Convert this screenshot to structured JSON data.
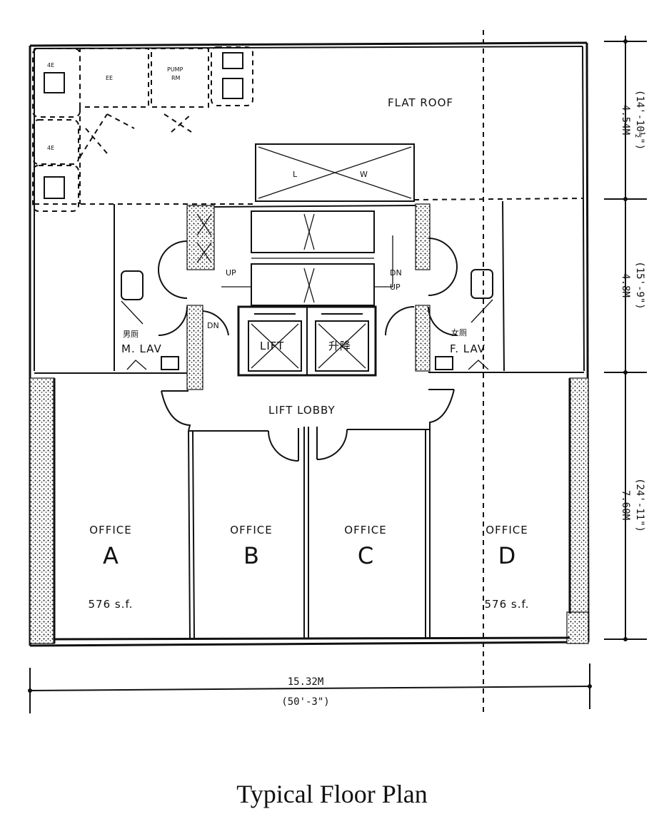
{
  "plan": {
    "flat_roof": "FLAT ROOF",
    "lw": {
      "l": "L",
      "w": "W"
    },
    "left_rooms": {
      "r1": "4E",
      "r2": "EE",
      "r3": "4E"
    },
    "pump_room": {
      "line1": "PUMP",
      "line2": "RM"
    },
    "stairs": {
      "up_left": "UP",
      "dn_right": "DN",
      "up_right": "UP",
      "dn_left": "DN"
    },
    "lift_left": "LIFT",
    "lift_right": "升降",
    "m_lav": {
      "zh": "男厕",
      "en": "M. LAV"
    },
    "f_lav": {
      "zh": "女厕",
      "en": "F. LAV"
    },
    "lift_lobby": "LIFT LOBBY",
    "offices": [
      {
        "word": "OFFICE",
        "letter": "A",
        "area": "576 s.f."
      },
      {
        "word": "OFFICE",
        "letter": "B",
        "area": ""
      },
      {
        "word": "OFFICE",
        "letter": "C",
        "area": ""
      },
      {
        "word": "OFFICE",
        "letter": "D",
        "area": "576 s.f."
      }
    ],
    "dims": {
      "right_top_m": "4.54M",
      "right_top_ft": "(14'-10½\")",
      "right_mid_m": "4.8M",
      "right_mid_ft": "(15'-9\")",
      "right_bot_m": "7.60M",
      "right_bot_ft": "(24'-11\")",
      "bottom_m": "15.32M",
      "bottom_ft": "(50'-3\")"
    }
  },
  "caption": "Typical Floor Plan"
}
